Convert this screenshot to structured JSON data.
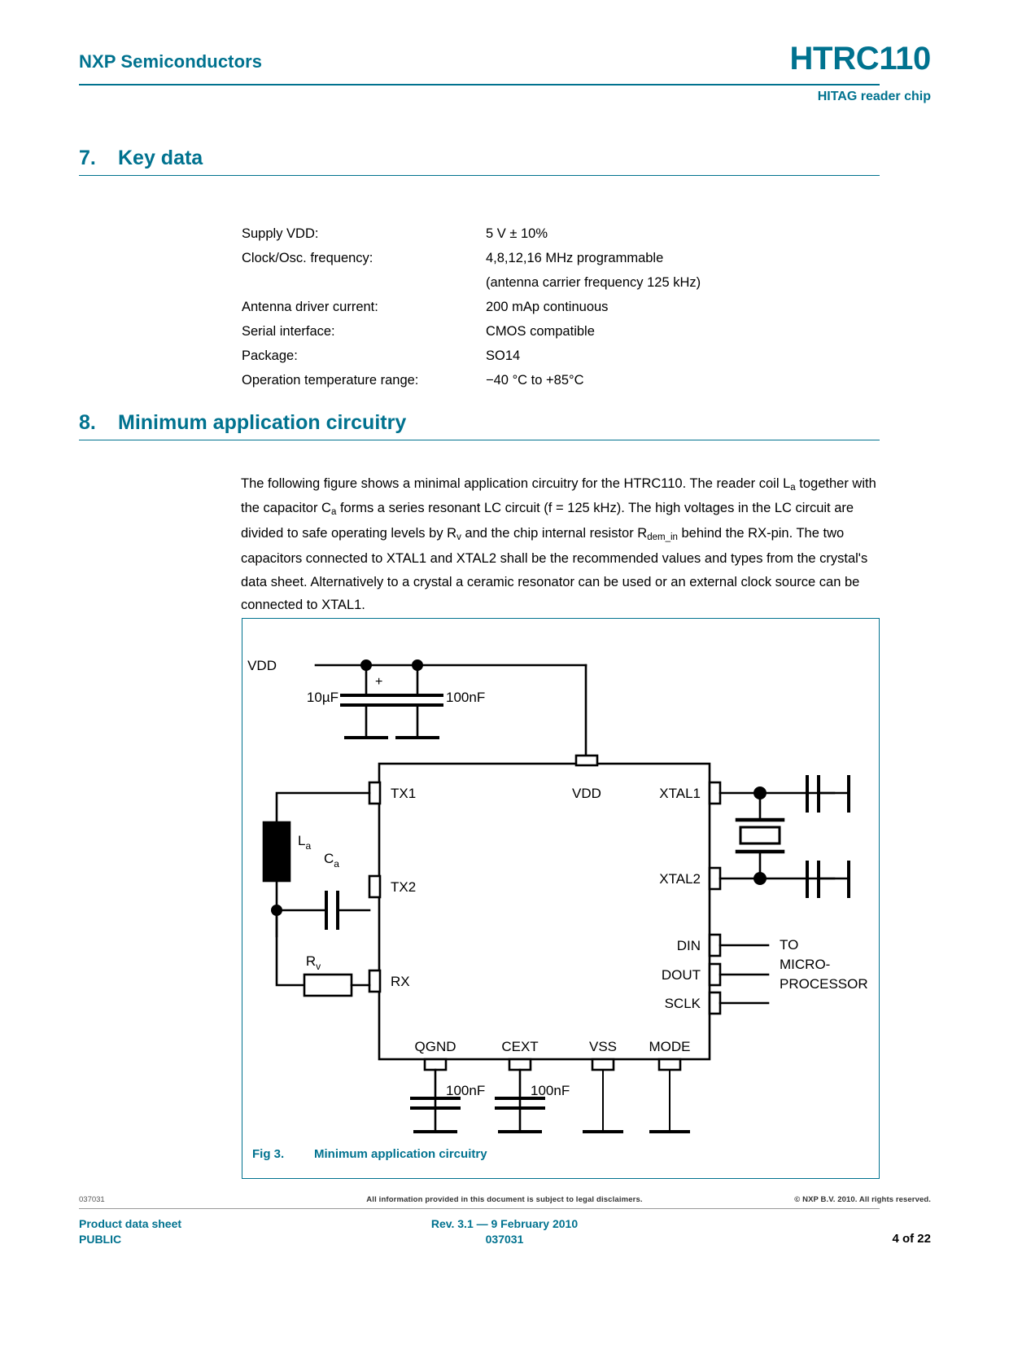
{
  "header": {
    "company": "NXP Semiconductors",
    "part_number": "HTRC110",
    "subtitle": "HITAG reader chip"
  },
  "sections": [
    {
      "number": "7.",
      "title": "Key data"
    },
    {
      "number": "8.",
      "title": "Minimum application circuitry"
    }
  ],
  "key_data": {
    "rows": [
      {
        "label": "Supply VDD:",
        "value": "5 V ± 10%"
      },
      {
        "label": "Clock/Osc. frequency:",
        "value": "4,8,12,16 MHz programmable",
        "value2": "(antenna carrier frequency 125 kHz)"
      },
      {
        "label": "Antenna driver current:",
        "value": "200 mAp continuous"
      },
      {
        "label": "Serial interface:",
        "value": "CMOS compatible"
      },
      {
        "label": "Package:",
        "value": "SO14"
      },
      {
        "label": "Operation temperature range:",
        "value": "−40 °C to +85°C"
      }
    ]
  },
  "body": {
    "paragraph_parts": {
      "p1": "The following figure shows a minimal application circuitry for the HTRC110. The reader coil L",
      "s1": "a",
      "p2": " together with the capacitor C",
      "s2": "a",
      "p3": " forms a series resonant LC circuit (f = 125 kHz). The high voltages in the LC circuit are divided to safe operating levels by R",
      "s3": "v",
      "p4": " and the chip internal resistor R",
      "s4": "dem_in",
      "p5": " behind the RX-pin. The two capacitors connected to XTAL1 and XTAL2 shall be the recommended values and types from the crystal's data sheet. Alternatively to a crystal a ceramic resonator can be used or an external clock source can be connected to XTAL1."
    }
  },
  "figure": {
    "caption_number": "Fig 3.",
    "caption_title": "Minimum application circuitry",
    "supply": {
      "vdd_label": "VDD",
      "cap1_value": "10µF",
      "cap1_polarity": "+",
      "cap2_value": "100nF"
    },
    "chip": {
      "pins_left": [
        "TX1",
        "TX2",
        "RX"
      ],
      "pin_top": "VDD",
      "pins_right": [
        "XTAL1",
        "XTAL2",
        "DIN",
        "DOUT",
        "SCLK"
      ],
      "pins_bottom": [
        "QGND",
        "CEXT",
        "VSS",
        "MODE"
      ]
    },
    "components": {
      "inductor": "L",
      "inductor_sub": "a",
      "cap_antenna": "C",
      "cap_antenna_sub": "a",
      "resistor": "R",
      "resistor_sub": "v",
      "qgnd_cap": "100nF",
      "cext_cap": "100nF"
    },
    "annotations": {
      "micro_line1": "TO",
      "micro_line2": "MICRO-",
      "micro_line3": "PROCESSOR"
    }
  },
  "footer": {
    "doc_number_left": "037031",
    "disclaimer": "All information provided in this document is subject to legal disclaimers.",
    "copyright": "© NXP B.V. 2010. All rights reserved.",
    "doc_type_line1": "Product data sheet",
    "doc_type_line2": "PUBLIC",
    "revision": "Rev. 3.1 — 9 February 2010",
    "doc_number_center": "037031",
    "page": "4 of 22"
  },
  "colors": {
    "brand": "#00728f",
    "text": "#000000"
  }
}
